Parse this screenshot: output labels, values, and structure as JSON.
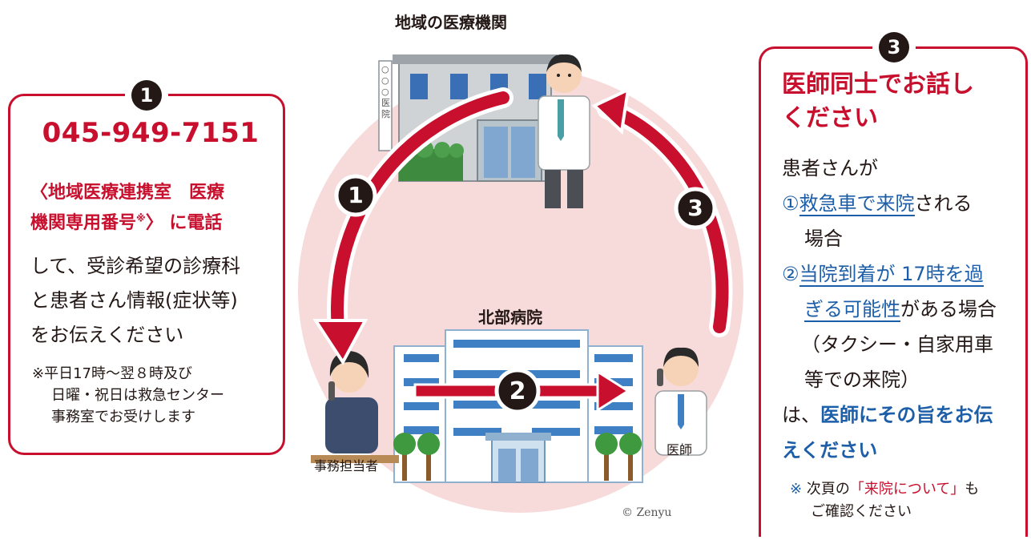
{
  "left_card": {
    "step": "1",
    "phone": "045-949-7151",
    "dept_line1": "〈地域医療連携室　医療",
    "dept_line2": "機関専用番号",
    "dept_mark": "※",
    "dept_line2b": "〉 に電話",
    "body_line1": "して、受診希望の診療科",
    "body_line2": "と患者さん情報(症状等)",
    "body_line3": "をお伝えください",
    "note_line1": "※平日17時〜翌８時及び",
    "note_line2": "日曜・祝日は救急センター",
    "note_line3": "事務室でお受けします"
  },
  "diagram": {
    "clinic_label": "地域の医療機関",
    "clinic_sign": "○○○医院",
    "hospital_label": "北部病院",
    "clerk_label": "事務担当者",
    "doctor_label": "医師",
    "step1": "1",
    "step2": "2",
    "step3": "3",
    "copyright": "© Zenyu"
  },
  "right_card": {
    "step": "3",
    "title_line1": "医師同士でお話し",
    "title_line2": "ください",
    "intro": "患者さんが",
    "item1_num": "①",
    "item1_hl": "救急車で来院",
    "item1_rest": "される",
    "item1_cont": "場合",
    "item2_num": "②",
    "item2_hl1": "当院到着が 17時を過",
    "item2_hl2": "ぎる可能性",
    "item2_rest": "がある場合",
    "item2_paren1": "（タクシー・自家用車",
    "item2_paren2": "等での来院）",
    "conclusion_pre": "は、",
    "conclusion_hl1": "医師にその旨をお伝",
    "conclusion_hl2": "えください",
    "note_mark": "※",
    "note_pre": " 次頁の",
    "note_hl": "「来院について」",
    "note_post": "も",
    "note_line2": "ご確認ください"
  },
  "colors": {
    "accent_red": "#c8102e",
    "accent_blue": "#1d5ea8",
    "circle_pink": "#f7dada",
    "arrow_red": "#c8102e"
  }
}
